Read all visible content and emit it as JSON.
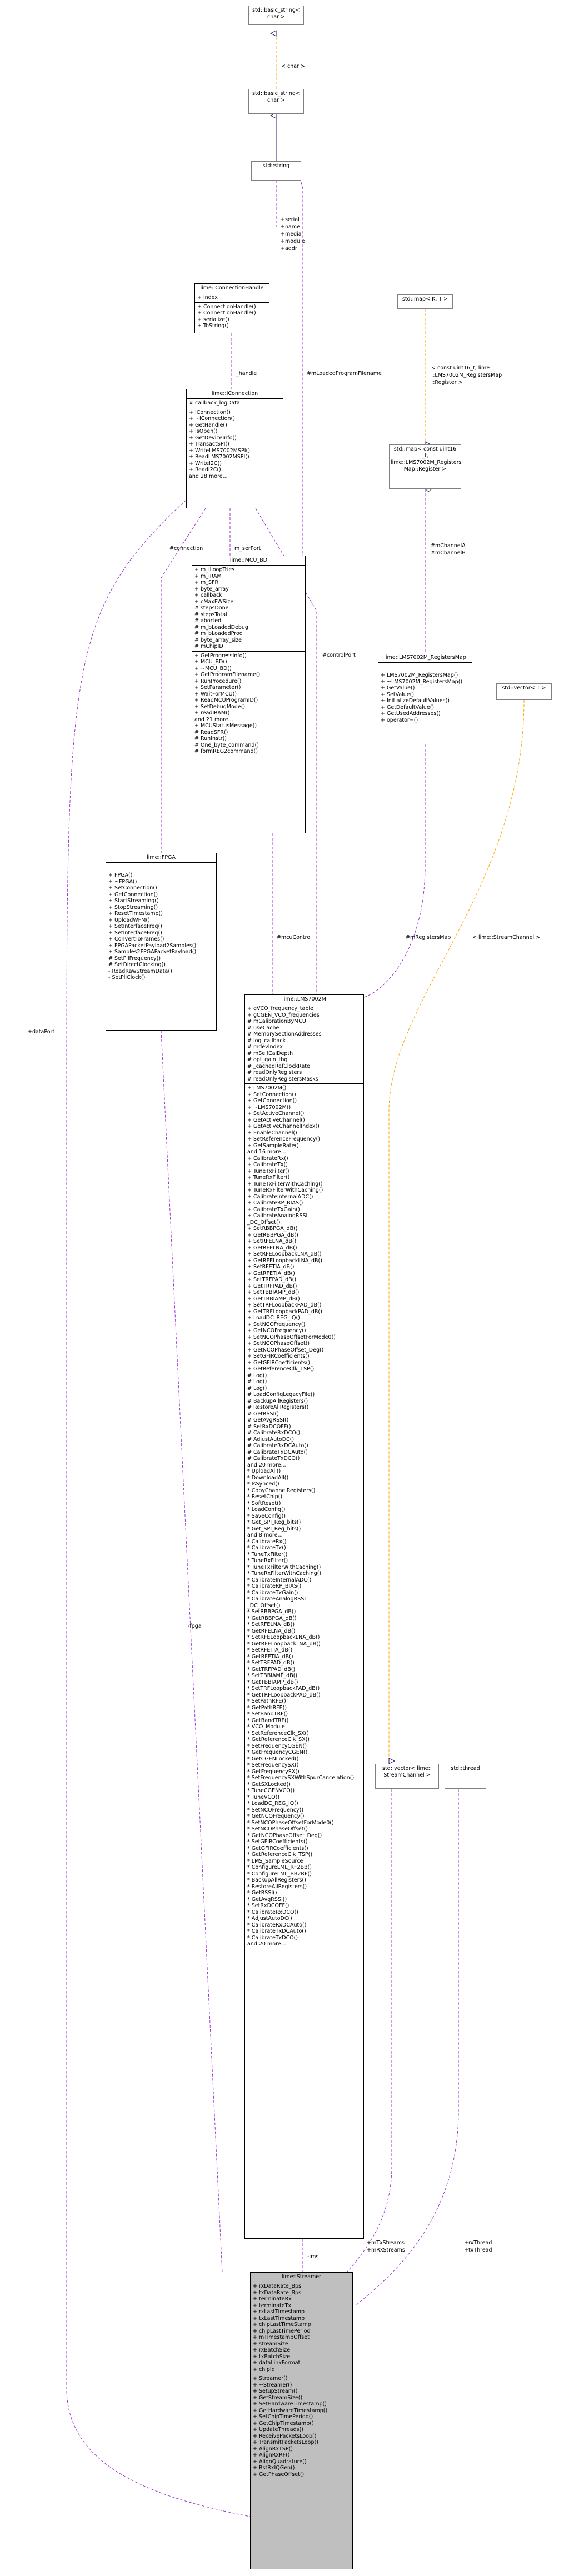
{
  "nodes": {
    "basic_string_char": {
      "title": "std::basic_string<\n char >"
    },
    "basic_string_char2": {
      "title": "std::basic_string<\n char >"
    },
    "std_string": {
      "title": "std::string"
    },
    "connection_handle": {
      "title": "lime::ConnectionHandle",
      "attrs": [
        "+ index"
      ],
      "methods": [
        "+ ConnectionHandle()",
        "+ ConnectionHandle()",
        "+ serialize()",
        "+ ToString()"
      ]
    },
    "iconnection": {
      "title": "lime::IConnection",
      "attrs": [
        "# callback_logData"
      ],
      "methods": [
        "+ IConnection()",
        "+ ~IConnection()",
        "+ GetHandle()",
        "+ IsOpen()",
        "+ GetDeviceInfo()",
        "+ TransactSPI()",
        "+ WriteLMS7002MSPI()",
        "+ ReadLMS7002MSPI()",
        "+ WriteI2C()",
        "+ ReadI2C()",
        "and 28 more..."
      ]
    },
    "std_map": {
      "title": "std::map< K, T >"
    },
    "std_map_regs": {
      "title": "std::map< const uint16\n_t, lime::LMS7002M_Registers\nMap::Register >"
    },
    "registers_map": {
      "title": "lime::LMS7002M_RegistersMap",
      "attrs": [],
      "methods": [
        "+ LMS7002M_RegistersMap()",
        "+ ~LMS7002M_RegistersMap()",
        "+ GetValue()",
        "+ SetValue()",
        "+ InitializeDefaultValues()",
        "+ GetDefaultValue()",
        "+ GetUsedAddresses()",
        "+ operator=()"
      ]
    },
    "mcu_bd": {
      "title": "lime::MCU_BD",
      "attrs": [
        "+ m_iLoopTries",
        "+ m_IRAM",
        "+ m_SFR",
        "+ byte_array",
        "+ callback",
        "+ cMaxFWSize",
        "# stepsDone",
        "# stepsTotal",
        "# aborted",
        "# m_bLoadedDebug",
        "# m_bLoadedProd",
        "# byte_array_size",
        "# mChipID"
      ],
      "methods": [
        "+ GetProgressInfo()",
        "+ MCU_BD()",
        "+ ~MCU_BD()",
        "+ GetProgramFilename()",
        "+ RunProcedure()",
        "+ SetParameter()",
        "+ WaitForMCU()",
        "+ ReadMCUProgramID()",
        "+ SetDebugMode()",
        "+ readIRAM()",
        "and 21 more...",
        "+ MCUStatusMessage()",
        "# ReadSFR()",
        "# RunInstr()",
        "# One_byte_command()",
        "# formREG2command()"
      ]
    },
    "std_vector": {
      "title": "std::vector< T >"
    },
    "fpga": {
      "title": "lime::FPGA",
      "attrs": [],
      "methods": [
        "+ FPGA()",
        "+ ~FPGA()",
        "+ SetConnection()",
        "+ GetConnection()",
        "+ StartStreaming()",
        "+ StopStreaming()",
        "+ ResetTimestamp()",
        "+ UploadWFM()",
        "+ SetInterfaceFreq()",
        "+ SetInterfaceFreq()",
        "+ ConvertToFrames()",
        "+ FPGAPacketPayload2Samples()",
        "+ Samples2FPGAPacketPayload()",
        "# SetPllFrequency()",
        "# SetDirectClocking()",
        "- ReadRawStreamData()",
        "- SetPllClock()"
      ]
    },
    "lms7002m": {
      "title": "lime::LMS7002M",
      "attrs": [
        "+ gVCO_frequency_table",
        "+ gCGEN_VCO_frequencies",
        "# mCalibrationByMCU",
        "# useCache",
        "# MemorySectionAddresses",
        "# log_callback",
        "# mdevIndex",
        "# mSelfCalDepth",
        "# opt_gain_tbg",
        "# _cachedRefClockRate",
        "# readOnlyRegisters",
        "# readOnlyRegistersMasks"
      ],
      "methods": [
        "+ LMS7002M()",
        "+ SetConnection()",
        "+ GetConnection()",
        "+ ~LMS7002M()",
        "+ SetActiveChannel()",
        "+ GetActiveChannel()",
        "+ GetActiveChannelIndex()",
        "+ EnableChannel()",
        "+ SetReferenceFrequency()",
        "+ GetSampleRate()",
        "and 16 more...",
        "+ CalibrateRx()",
        "+ CalibrateTx()",
        "+ TuneTxFilter()",
        "+ TuneRxFilter()",
        "+ TuneTxFilterWithCaching()",
        "+ TuneRxFilterWithCaching()",
        "+ CalibrateInternalADC()",
        "+ CalibrateRP_BIAS()",
        "+ CalibrateTxGain()",
        "+ CalibrateAnalogRSSI",
        "_DC_Offset()",
        "+ SetRBBPGA_dB()",
        "+ GetRBBPGA_dB()",
        "+ SetRFELNA_dB()",
        "+ GetRFELNA_dB()",
        "+ SetRFELoopbackLNA_dB()",
        "+ GetRFELoopbackLNA_dB()",
        "+ SetRFETIA_dB()",
        "+ GetRFETIA_dB()",
        "+ SetTRFPAD_dB()",
        "+ GetTRFPAD_dB()",
        "+ SetTBBIAMP_dB()",
        "+ GetTBBIAMP_dB()",
        "+ SetTRFLoopbackPAD_dB()",
        "+ GetTRFLoopbackPAD_dB()",
        "+ LoadDC_REG_IQ()",
        "+ SetNCOFrequency()",
        "+ GetNCOFrequency()",
        "+ SetNCOPhaseOffsetForMode0()",
        "+ SetNCOPhaseOffset()",
        "+ GetNCOPhaseOffset_Deg()",
        "+ SetGFIRCoefficients()",
        "+ GetGFIRCoefficients()",
        "+ GetReferenceClk_TSP()",
        "# Log()",
        "# Log()",
        "# Log()",
        "# LoadConfigLegacyFile()",
        "# BackupAllRegisters()",
        "# RestoreAllRegisters()",
        "# GetRSSI()",
        "# GetAvgRSSI()",
        "# SetRxDCOFF()",
        "# CalibrateRxDCO()",
        "# AdjustAutoDC()",
        "# CalibrateRxDCAuto()",
        "# CalibrateTxDCAuto()",
        "# CalibrateTxDCO()",
        "and 20 more...",
        "* UploadAll()",
        "* DownloadAll()",
        "* IsSynced()",
        "* CopyChannelRegisters()",
        "* ResetChip()",
        "* SoftReset()",
        "* LoadConfig()",
        "* SaveConfig()",
        "* Get_SPI_Reg_bits()",
        "* Get_SPI_Reg_bits()",
        "and 8 more...",
        "* CalibrateRx()",
        "* CalibrateTx()",
        "* TuneTxFilter()",
        "* TuneRxFilter()",
        "* TuneTxFilterWithCaching()",
        "* TuneRxFilterWithCaching()",
        "* CalibrateInternalADC()",
        "* CalibrateRP_BIAS()",
        "* CalibrateTxGain()",
        "* CalibrateAnalogRSSI",
        "_DC_Offset()",
        "* SetRBBPGA_dB()",
        "* GetRBBPGA_dB()",
        "* SetRFELNA_dB()",
        "* GetRFELNA_dB()",
        "* SetRFELoopbackLNA_dB()",
        "* GetRFELoopbackLNA_dB()",
        "* SetRFETIA_dB()",
        "* GetRFETIA_dB()",
        "* SetTRFPAD_dB()",
        "* GetTRFPAD_dB()",
        "* SetTBBIAMP_dB()",
        "* GetTBBIAMP_dB()",
        "* SetTRFLoopbackPAD_dB()",
        "* GetTRFLoopbackPAD_dB()",
        "* SetPathRFE()",
        "* GetPathRFE()",
        "* SetBandTRF()",
        "* GetBandTRF()",
        "* VCO_Module",
        "* SetReferenceClk_SX()",
        "* GetReferenceClk_SX()",
        "* SetFrequencyCGEN()",
        "* GetFrequencyCGEN()",
        "* GetCGENLocked()",
        "* SetFrequencySX()",
        "* GetFrequencySX()",
        "* SetFrequencySXWithSpurCancelation()",
        "* GetSXLocked()",
        "* TuneCGENVCO()",
        "* TuneVCO()",
        "* LoadDC_REG_IQ()",
        "* SetNCOFrequency()",
        "* GetNCOFrequency()",
        "* SetNCOPhaseOffsetForMode0()",
        "* SetNCOPhaseOffset()",
        "* GetNCOPhaseOffset_Deg()",
        "* SetGFIRCoefficients()",
        "* GetGFIRCoefficients()",
        "* GetReferenceClk_TSP()",
        "* LMS_SampleSource",
        "* ConfigureLML_RF2BB()",
        "* ConfigureLML_BB2RF()",
        "* BackupAllRegisters()",
        "* RestoreAllRegisters()",
        "* GetRSSI()",
        "* GetAvgRSSI()",
        "* SetRxDCOFF()",
        "* CalibrateRxDCO()",
        "* AdjustAutoDC()",
        "* CalibrateRxDCAuto()",
        "* CalibrateTxDCAuto()",
        "* CalibrateTxDCO()",
        "and 20 more..."
      ]
    },
    "vector_streamch": {
      "title": "std::vector< lime::\nStreamChannel >"
    },
    "std_thread": {
      "title": "std::thread"
    },
    "streamer": {
      "title": "lime::Streamer",
      "attrs": [
        "+ rxDataRate_Bps",
        "+ txDataRate_Bps",
        "+ terminateRx",
        "+ terminateTx",
        "+ rxLastTimestamp",
        "+ txLastTimestamp",
        "+ chipLastTimeStamp",
        "+ chipLastTimePeriod",
        "+ mTimestampOffset",
        "+ streamSize",
        "+ rxBatchSize",
        "+ txBatchSize",
        "+ dataLinkFormat",
        "+ chipId"
      ],
      "methods": [
        "+ Streamer()",
        "+ ~Streamer()",
        "+ SetupStream()",
        "+ GetStreamSize()",
        "+ SetHardwareTimestamp()",
        "+ GetHardwareTimestamp()",
        "+ SetChipTimePeriod()",
        "+ GetChipTimestamp()",
        "+ UpdateThreads()",
        "+ ReceivePacketsLoop()",
        "+ TransmitPacketsLoop()",
        "+ AlignRxTSP()",
        "+ AlignRxRF()",
        "+ AlignQuadrature()",
        "+ RstRxIQGen()",
        "+ GetPhaseOffset()"
      ]
    }
  },
  "edge_labels": {
    "char": "< char >",
    "serial_etc": [
      "+serial",
      "+name",
      "+media",
      "+module",
      "+addr"
    ],
    "handle": "_handle",
    "loaded_program_filename": "#mLoadedProgramFilename",
    "map_regs": [
      "< const uint16_t, lime",
      "::LMS7002M_RegistersMap",
      "::Register >"
    ],
    "channel": [
      "#mChannelA",
      "#mChannelB"
    ],
    "connection": "#connection",
    "m_serPort": "m_serPort",
    "control_port": "#controlPort",
    "stream_channel": "< lime::StreamChannel >",
    "data_port": "+dataPort",
    "mcu_control": "#mcuControl",
    "registers_map": "#mRegistersMap",
    "fpga": "-fpga",
    "lms": "-lms",
    "tx_rx_streams": [
      "+mTxStreams",
      "+mRxStreams"
    ],
    "rx_tx_thread": [
      "+rxThread",
      "+txThread"
    ]
  }
}
